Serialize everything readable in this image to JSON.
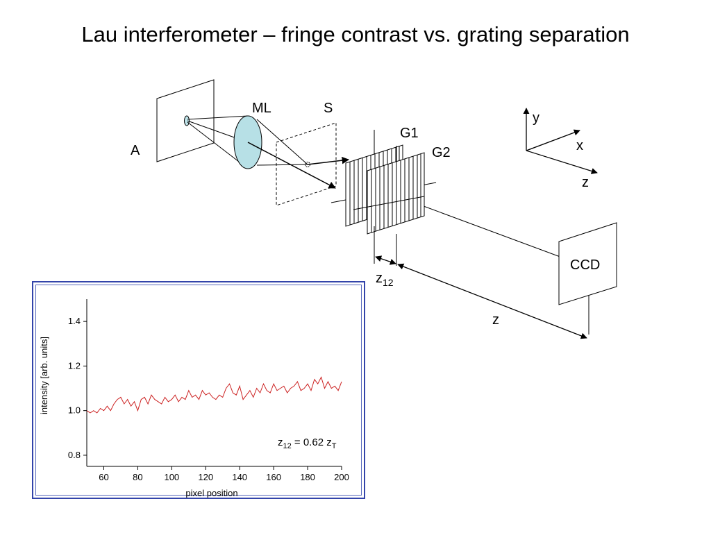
{
  "title": "Lau interferometer – fringe contrast vs. grating separation",
  "diagram": {
    "labels": {
      "A": "A",
      "ML": "ML",
      "S": "S",
      "G1": "G1",
      "G2": "G2",
      "CCD": "CCD",
      "z12_main": "z",
      "z12_sub": "12",
      "z": "z",
      "axis_x": "x",
      "axis_y": "y",
      "axis_z": "z"
    }
  },
  "chart_data": {
    "type": "line",
    "title": "",
    "xlabel": "pixel position",
    "ylabel": "intensity [arb. units]",
    "xlim": [
      50,
      200
    ],
    "ylim": [
      0.75,
      1.5
    ],
    "xticks": [
      60,
      80,
      100,
      120,
      140,
      160,
      180,
      200
    ],
    "yticks": [
      0.8,
      1.0,
      1.2,
      1.4
    ],
    "grid": false,
    "annotation": {
      "main": "z",
      "sub1": "12",
      "mid": " = 0.62 z",
      "sub2": "T"
    },
    "series": [
      {
        "color": "#cc2222",
        "x": [
          50,
          52,
          54,
          56,
          58,
          60,
          62,
          64,
          66,
          68,
          70,
          72,
          74,
          76,
          78,
          80,
          82,
          84,
          86,
          88,
          90,
          92,
          94,
          96,
          98,
          100,
          102,
          104,
          106,
          108,
          110,
          112,
          114,
          116,
          118,
          120,
          122,
          124,
          126,
          128,
          130,
          132,
          134,
          136,
          138,
          140,
          142,
          144,
          146,
          148,
          150,
          152,
          154,
          156,
          158,
          160,
          162,
          164,
          166,
          168,
          170,
          172,
          174,
          176,
          178,
          180,
          182,
          184,
          186,
          188,
          190,
          192,
          194,
          196,
          198,
          200
        ],
        "y": [
          1.0,
          0.99,
          1.0,
          0.99,
          1.01,
          1.0,
          1.02,
          1.0,
          1.03,
          1.05,
          1.06,
          1.03,
          1.05,
          1.02,
          1.04,
          1.0,
          1.05,
          1.06,
          1.03,
          1.07,
          1.05,
          1.04,
          1.03,
          1.06,
          1.04,
          1.05,
          1.07,
          1.04,
          1.06,
          1.05,
          1.09,
          1.06,
          1.07,
          1.05,
          1.09,
          1.07,
          1.08,
          1.06,
          1.05,
          1.07,
          1.06,
          1.1,
          1.12,
          1.08,
          1.07,
          1.11,
          1.05,
          1.07,
          1.09,
          1.06,
          1.1,
          1.08,
          1.12,
          1.09,
          1.08,
          1.12,
          1.09,
          1.1,
          1.11,
          1.08,
          1.1,
          1.11,
          1.13,
          1.09,
          1.1,
          1.12,
          1.09,
          1.14,
          1.12,
          1.15,
          1.1,
          1.13,
          1.1,
          1.11,
          1.09,
          1.13
        ]
      }
    ]
  }
}
